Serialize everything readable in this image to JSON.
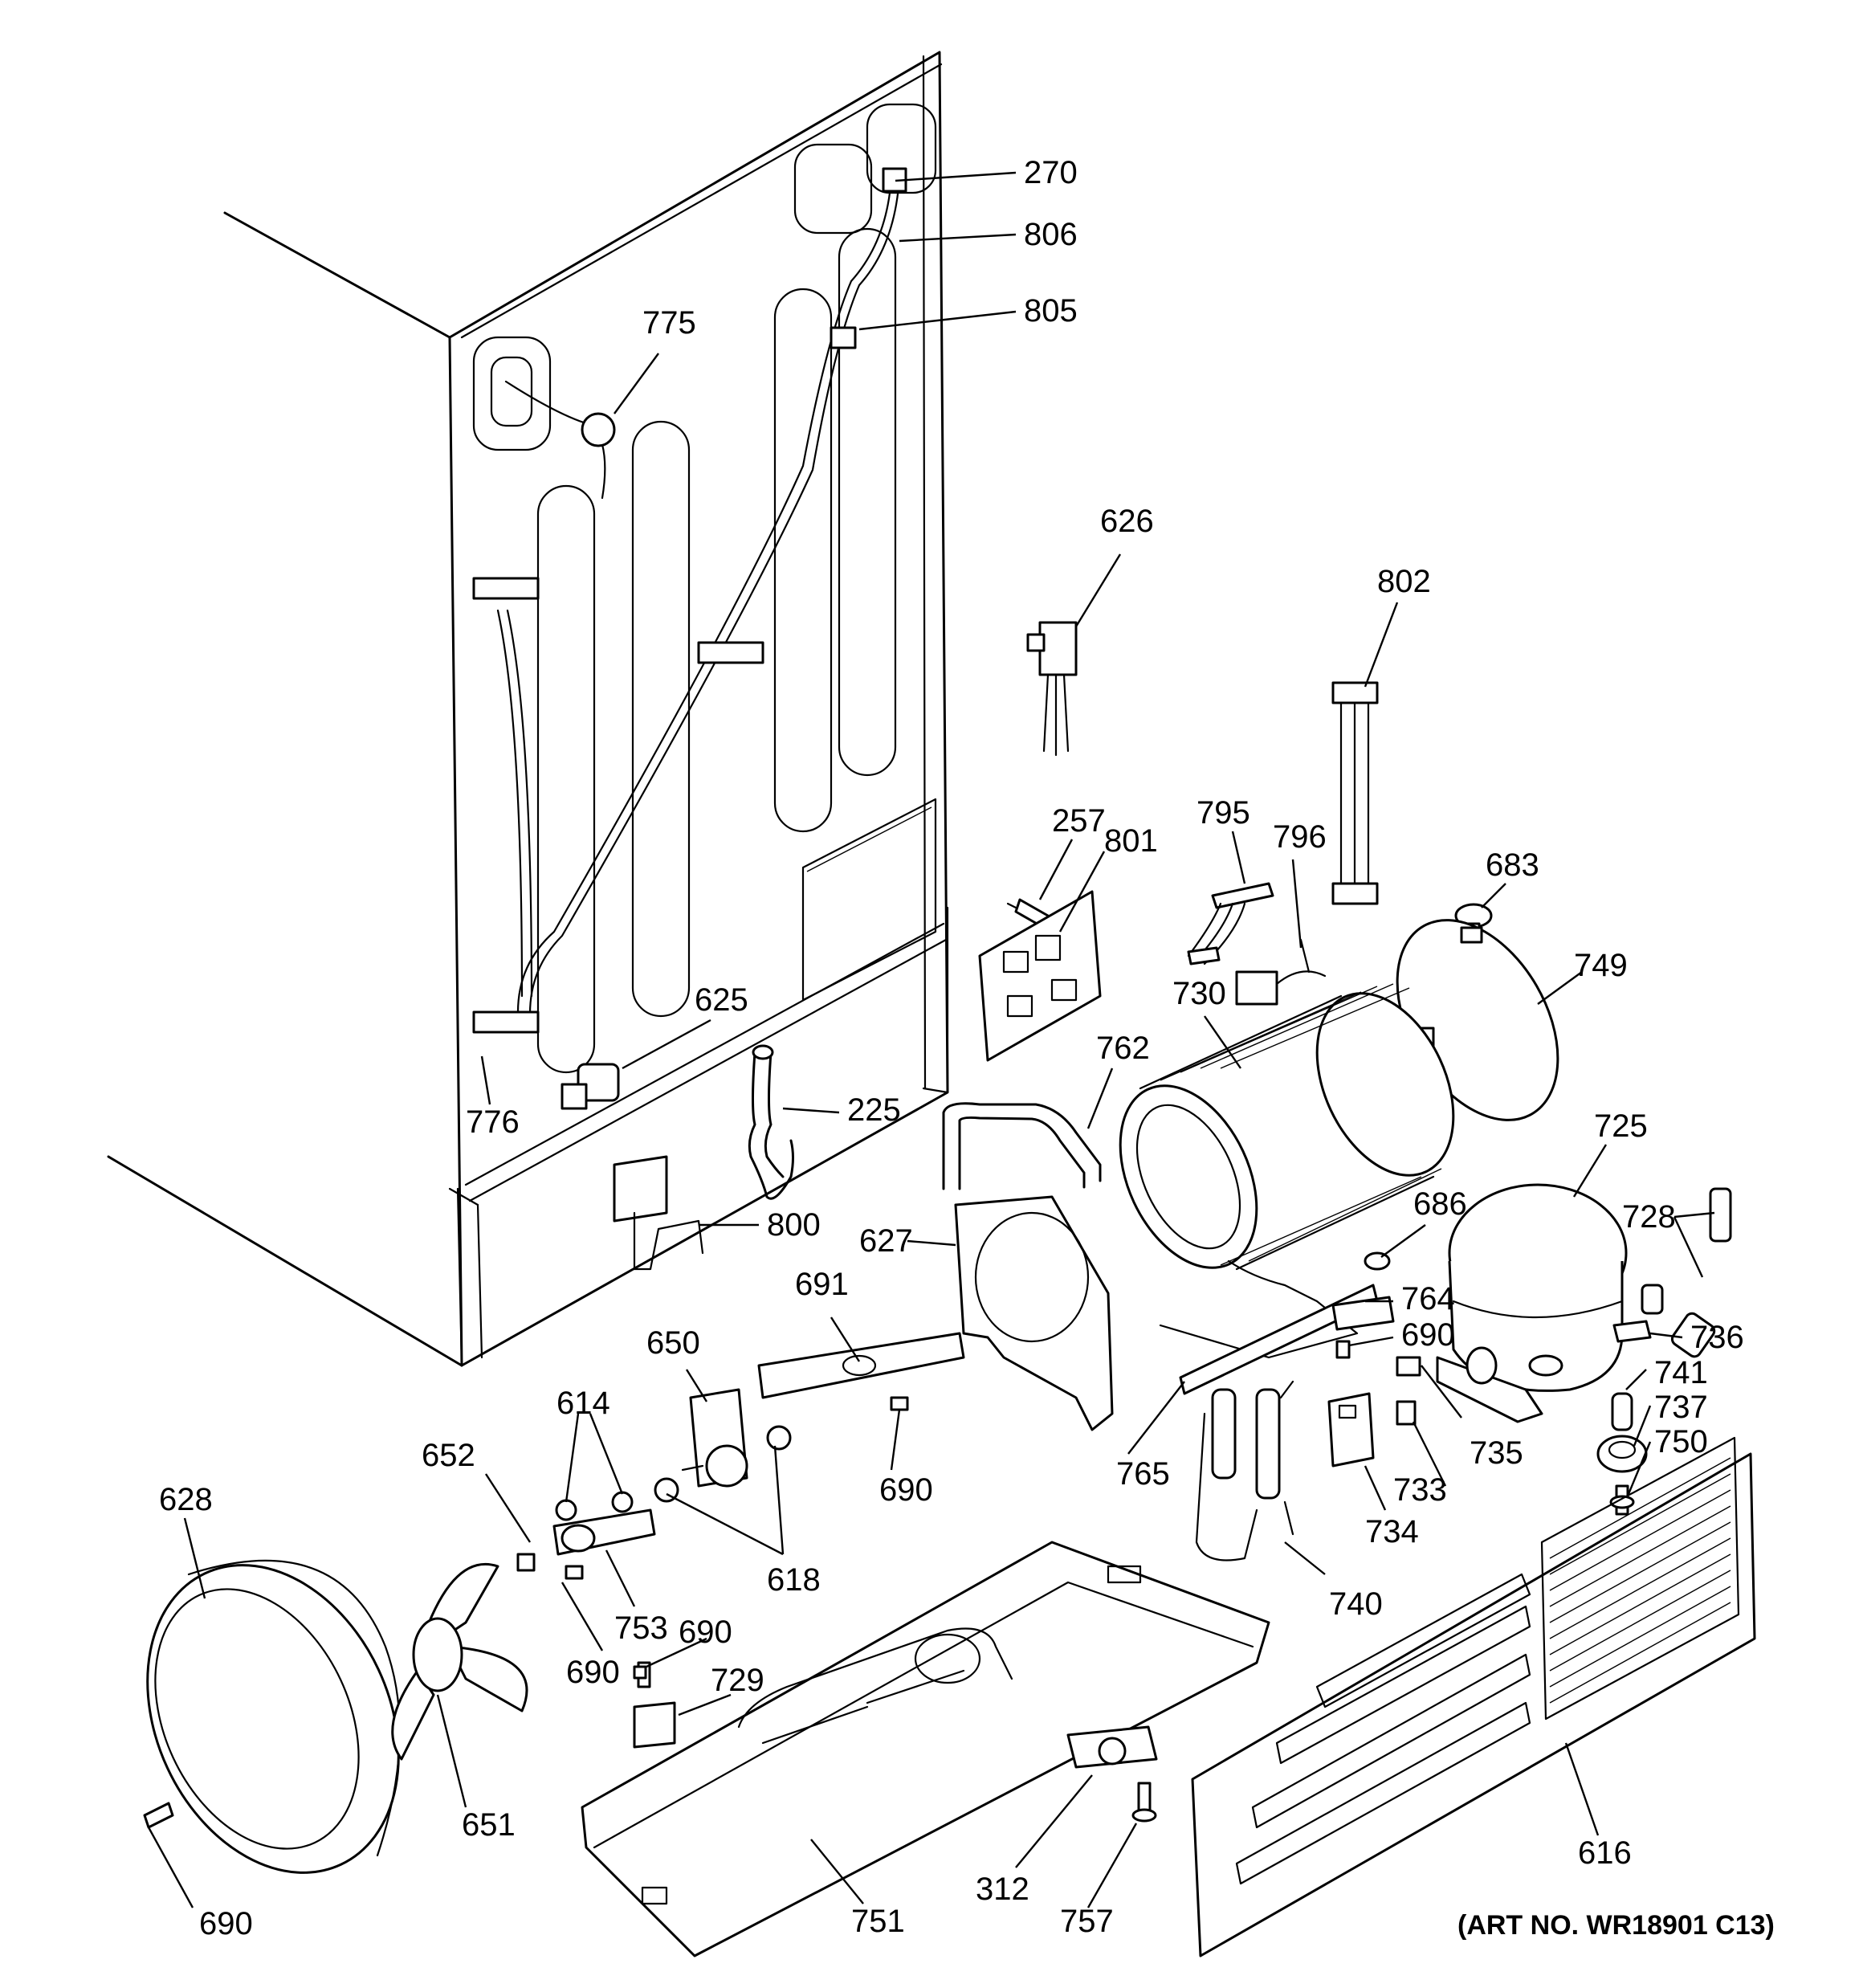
{
  "labels": {
    "l270": "270",
    "l806": "806",
    "l805": "805",
    "l775": "775",
    "l626": "626",
    "l802": "802",
    "l257": "257",
    "l801": "801",
    "l795": "795",
    "l796": "796",
    "l683": "683",
    "l749": "749",
    "l730": "730",
    "l625": "625",
    "l762": "762",
    "l225": "225",
    "l776": "776",
    "l725": "725",
    "l728": "728",
    "l686": "686",
    "l800": "800",
    "l627": "627",
    "l691": "691",
    "l764": "764",
    "l736": "736",
    "l690a": "690",
    "l741": "741",
    "l650": "650",
    "l737": "737",
    "l614": "614",
    "l735": "735",
    "l750": "750",
    "l690b": "690",
    "l765": "765",
    "l652": "652",
    "l733": "733",
    "l628": "628",
    "l618": "618",
    "l734": "734",
    "l753": "753",
    "l690c": "690",
    "l740": "740",
    "l690d": "690",
    "l729": "729",
    "l651": "651",
    "l616": "616",
    "l312": "312",
    "l690e": "690",
    "l751": "751",
    "l757": "757"
  },
  "art_number": "(ART NO. WR18901 C13)"
}
